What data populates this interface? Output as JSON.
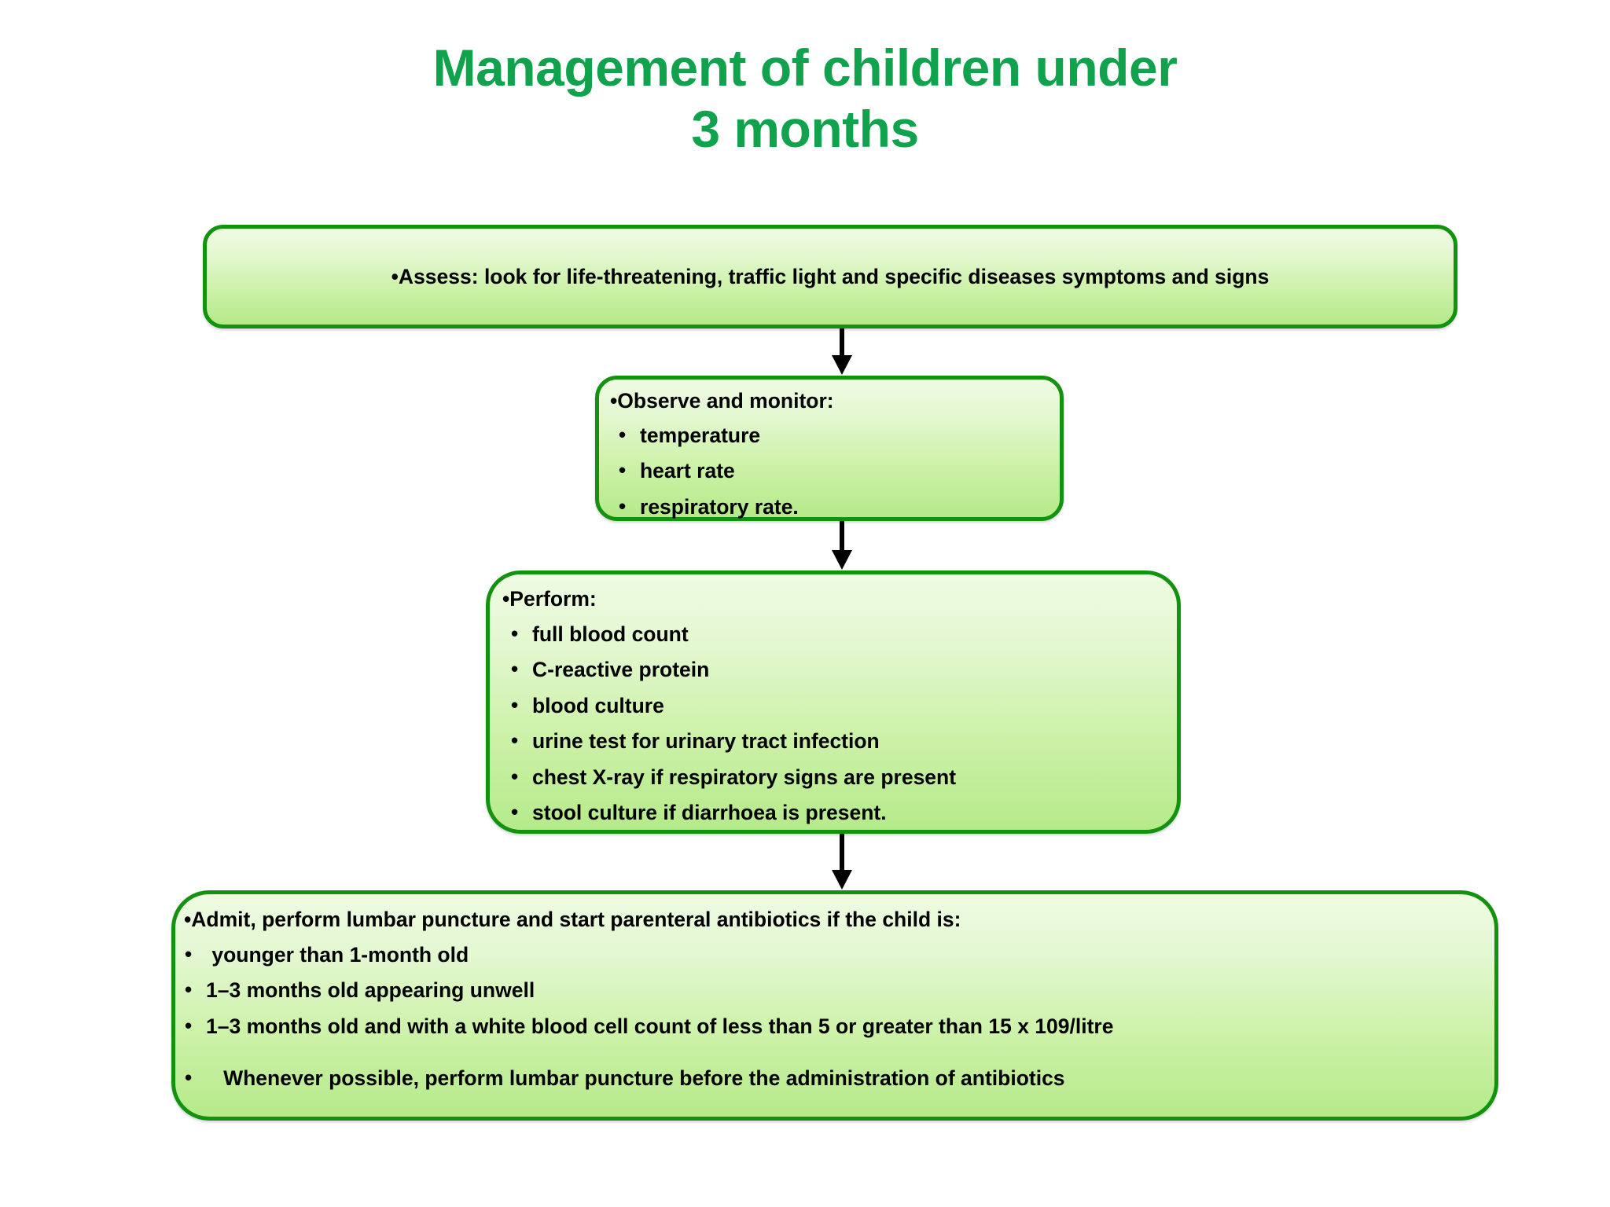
{
  "title": "Management of children under\n3 months",
  "theme": {
    "title_color": "#10a24c",
    "box_border_color": "#13920f",
    "box_fill_top": "#eefbe2",
    "box_fill_bottom": "#b5ea8a",
    "arrow_color": "#000000",
    "text_color": "#000000",
    "page_background": "#ffffff"
  },
  "boxes": [
    {
      "id": "assess",
      "lead": "•Assess: look for life-threatening, traffic light and specific diseases symptoms and signs",
      "items": []
    },
    {
      "id": "observe",
      "lead": "•Observe and monitor:",
      "items": [
        "temperature",
        "heart rate",
        "respiratory rate."
      ]
    },
    {
      "id": "perform",
      "lead": "•Perform:",
      "items": [
        "full blood count",
        "C-reactive protein",
        "blood culture",
        "urine test for urinary tract infection",
        "chest X-ray if respiratory signs are present",
        "stool culture if diarrhoea is present."
      ]
    },
    {
      "id": "admit",
      "lead": "•Admit, perform lumbar puncture and start parenteral antibiotics if the child is:",
      "items": [
        " younger than 1-month old",
        "1–3 months old appearing unwell",
        "1–3 months old and with a white blood cell count of less than 5 or greater than 15 x 109/litre",
        "   Whenever possible, perform lumbar puncture before the administration of antibiotics"
      ]
    }
  ],
  "arrows": [
    {
      "id": "arrow-assess-to-observe",
      "from": "assess",
      "to": "observe"
    },
    {
      "id": "arrow-observe-to-perform",
      "from": "observe",
      "to": "perform"
    },
    {
      "id": "arrow-perform-to-admit",
      "from": "perform",
      "to": "admit"
    }
  ]
}
